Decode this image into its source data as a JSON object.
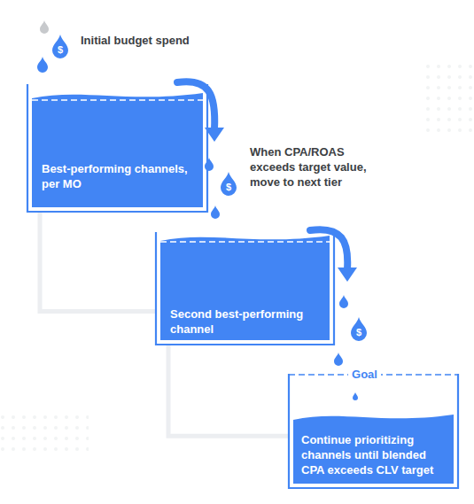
{
  "diagram": {
    "nodes": [
      {
        "text": [
          "Best-performing channels, per MO"
        ]
      },
      {
        "text": [
          "Second best-performing channel"
        ]
      },
      {
        "text": [
          "Continue prioritizing channels until blended CPA exceeds CLV target"
        ]
      }
    ],
    "edges": [
      {
        "from": 0,
        "to": 1,
        "arrow": "none"
      },
      {
        "from": 1,
        "to": 2,
        "arrow": "none"
      }
    ],
    "labels": [
      "Initial budget spend",
      "When CPA/ROAS exceeds target value, move to next tier",
      "Goal",
      "$",
      "$",
      "$"
    ]
  }
}
